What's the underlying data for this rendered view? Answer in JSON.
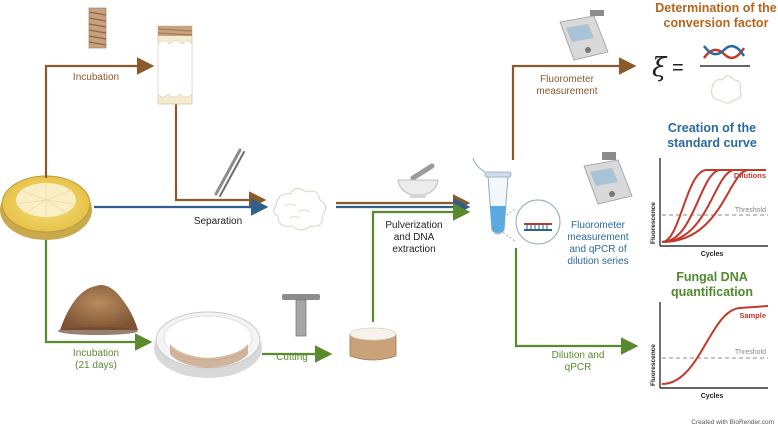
{
  "colors": {
    "brown": "#8B5A2B",
    "blue": "#2F5F8A",
    "green": "#5A8A2E",
    "red": "#C0392B",
    "orange_title": "#B8651B",
    "blue_title": "#2B6A9E",
    "green_title": "#4E8A2A"
  },
  "labels": {
    "incubation": "Incubation",
    "separation": "Separation",
    "incubation_21_line1": "Incubation",
    "incubation_21_line2": "(21 days)",
    "cutting": "Cutting",
    "pulverization_line1": "Pulverization",
    "pulverization_line2": "and DNA",
    "pulverization_line3": "extraction",
    "fluorometer_line1": "Fluorometer",
    "fluorometer_line2": "measurement",
    "fluoro_qpcr_line1": "Fluorometer",
    "fluoro_qpcr_line2": "measurement",
    "fluoro_qpcr_line3": "and qPCR of",
    "fluoro_qpcr_line4": "dilution series",
    "dilution_line1": "Dilution and",
    "dilution_line2": "qPCR",
    "credit": "Created with BioRender.com"
  },
  "titles": {
    "conversion_line1": "Determination of the",
    "conversion_line2": "conversion factor",
    "standard_line1": "Creation of the",
    "standard_line2": "standard curve",
    "quant_line1": "Fungal DNA",
    "quant_line2": "quantification"
  },
  "formula": {
    "symbol": "ξ",
    "equals": "="
  },
  "charts": {
    "standard": {
      "ylabel": "Fluorescence",
      "xlabel": "Cycles",
      "threshold": "Threshold",
      "series_label": "Dilutions"
    },
    "quant": {
      "ylabel": "Fluorescence",
      "xlabel": "Cycles",
      "threshold": "Threshold",
      "series_label": "Sample"
    }
  }
}
